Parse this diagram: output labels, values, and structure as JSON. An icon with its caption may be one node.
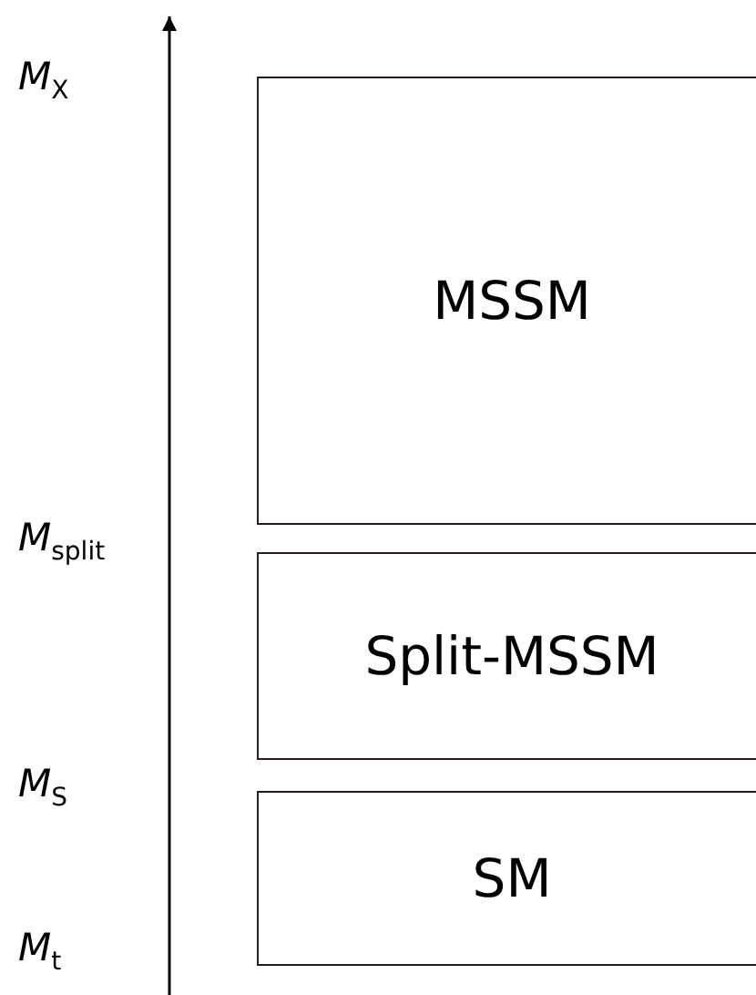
{
  "diagram": {
    "nodes": [
      {
        "text": [
          "MSSM"
        ]
      },
      {
        "text": [
          "Split-MSSM"
        ]
      },
      {
        "text": [
          "SM"
        ]
      }
    ],
    "labels": [
      "*M*$_{X}$",
      "*M*$_{split}$",
      "*M*$_{S}$",
      "*M*$_{t}$"
    ]
  }
}
